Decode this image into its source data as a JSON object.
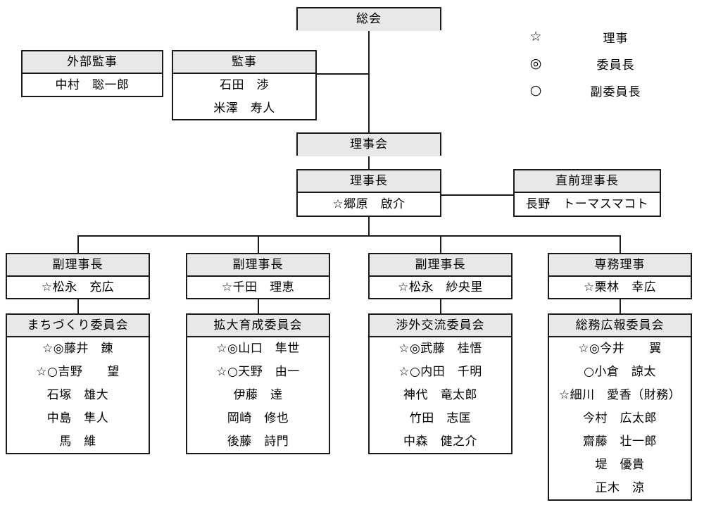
{
  "legend": {
    "items": [
      {
        "symbol": "☆",
        "label": "理事",
        "name": "director"
      },
      {
        "symbol": "◎",
        "label": "委員長",
        "name": "committee-chair"
      },
      {
        "symbol": "○",
        "label": "副委員長",
        "name": "vice-committee-chair"
      }
    ]
  },
  "colors": {
    "header_fill": "#e8e8e8",
    "border": "#1a1a1a",
    "background": "#ffffff"
  },
  "nodes": {
    "general_meeting": {
      "title": "総会",
      "members": []
    },
    "external_auditor": {
      "title": "外部監事",
      "members": [
        "中村　聡一郎"
      ]
    },
    "auditor": {
      "title": "監事",
      "members": [
        "石田　渉",
        "米澤　寿人"
      ]
    },
    "board": {
      "title": "理事会",
      "members": []
    },
    "president": {
      "title": "理事長",
      "members": [
        "☆郷原　啟介"
      ]
    },
    "immediate_past_president": {
      "title": "直前理事長",
      "members": [
        "長野　トーマスマコト"
      ]
    }
  },
  "officers": [
    {
      "title": "副理事長",
      "member": "☆松永　充広"
    },
    {
      "title": "副理事長",
      "member": "☆千田　理恵"
    },
    {
      "title": "副理事長",
      "member": "☆松永　紗央里"
    },
    {
      "title": "専務理事",
      "member": "☆栗林　幸広"
    }
  ],
  "committees": [
    {
      "title": "まちづくり委員会",
      "members": [
        "☆◎藤井　錬",
        "☆○吉野　　望",
        "石塚　雄大",
        "中島　隼人",
        "馬　維"
      ]
    },
    {
      "title": "拡大育成委員会",
      "members": [
        "☆◎山口　隼世",
        "☆○天野　由一",
        "伊藤　達",
        "岡崎　修也",
        "後藤　詩門"
      ]
    },
    {
      "title": "渉外交流委員会",
      "members": [
        "☆◎武藤　桂悟",
        "☆○内田　千明",
        "神代　竜太郎",
        "竹田　志匡",
        "中森　健之介"
      ]
    },
    {
      "title": "総務広報委員会",
      "members": [
        "☆◎今井　　翼",
        "○小倉　諒太",
        "☆細川　愛香（財務）",
        "今村　広太郎",
        "齋藤　壮一郎",
        "堤　優貴",
        "正木　涼"
      ]
    }
  ]
}
